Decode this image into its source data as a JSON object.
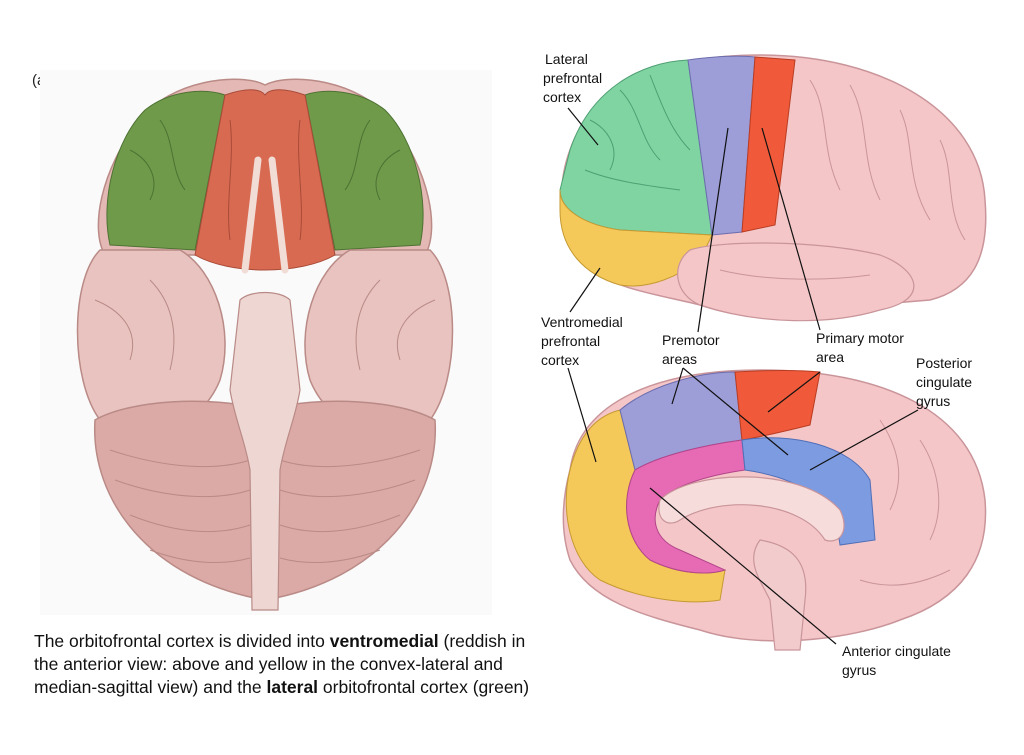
{
  "panel_label": "(a)",
  "labels": {
    "lateral_pfc": [
      "Lateral",
      "prefrontal",
      "cortex"
    ],
    "vmpfc": [
      "Ventromedial",
      "prefrontal",
      "cortex"
    ],
    "premotor": [
      "Premotor",
      "areas"
    ],
    "primary_motor": [
      "Primary motor",
      "area"
    ],
    "posterior_cingulate": [
      "Posterior",
      "cingulate",
      "gyrus"
    ],
    "anterior_cingulate": [
      "Anterior cingulate",
      "gyrus"
    ]
  },
  "caption": {
    "part1": "The orbitofrontal cortex is divided into ",
    "bold1": "ventromedial",
    "part2": " (reddish in the anterior view: above and yellow in the convex-lateral and median-sagittal view) and the ",
    "bold2": "lateral",
    "part3": " orbitofrontal cortex (green)"
  },
  "colors": {
    "brain": "#e9c3c0",
    "brain_dark": "#c99a96",
    "green": "#6e9a4a",
    "red_orbital": "#d86a52",
    "teal_green": "#7fd4a2",
    "lavender": "#9d9ed8",
    "orange_red": "#f05a3a",
    "yellow": "#f5c85a",
    "magenta": "#e66ab4",
    "blue": "#7d9be0",
    "pink": "#f4c6c8"
  }
}
